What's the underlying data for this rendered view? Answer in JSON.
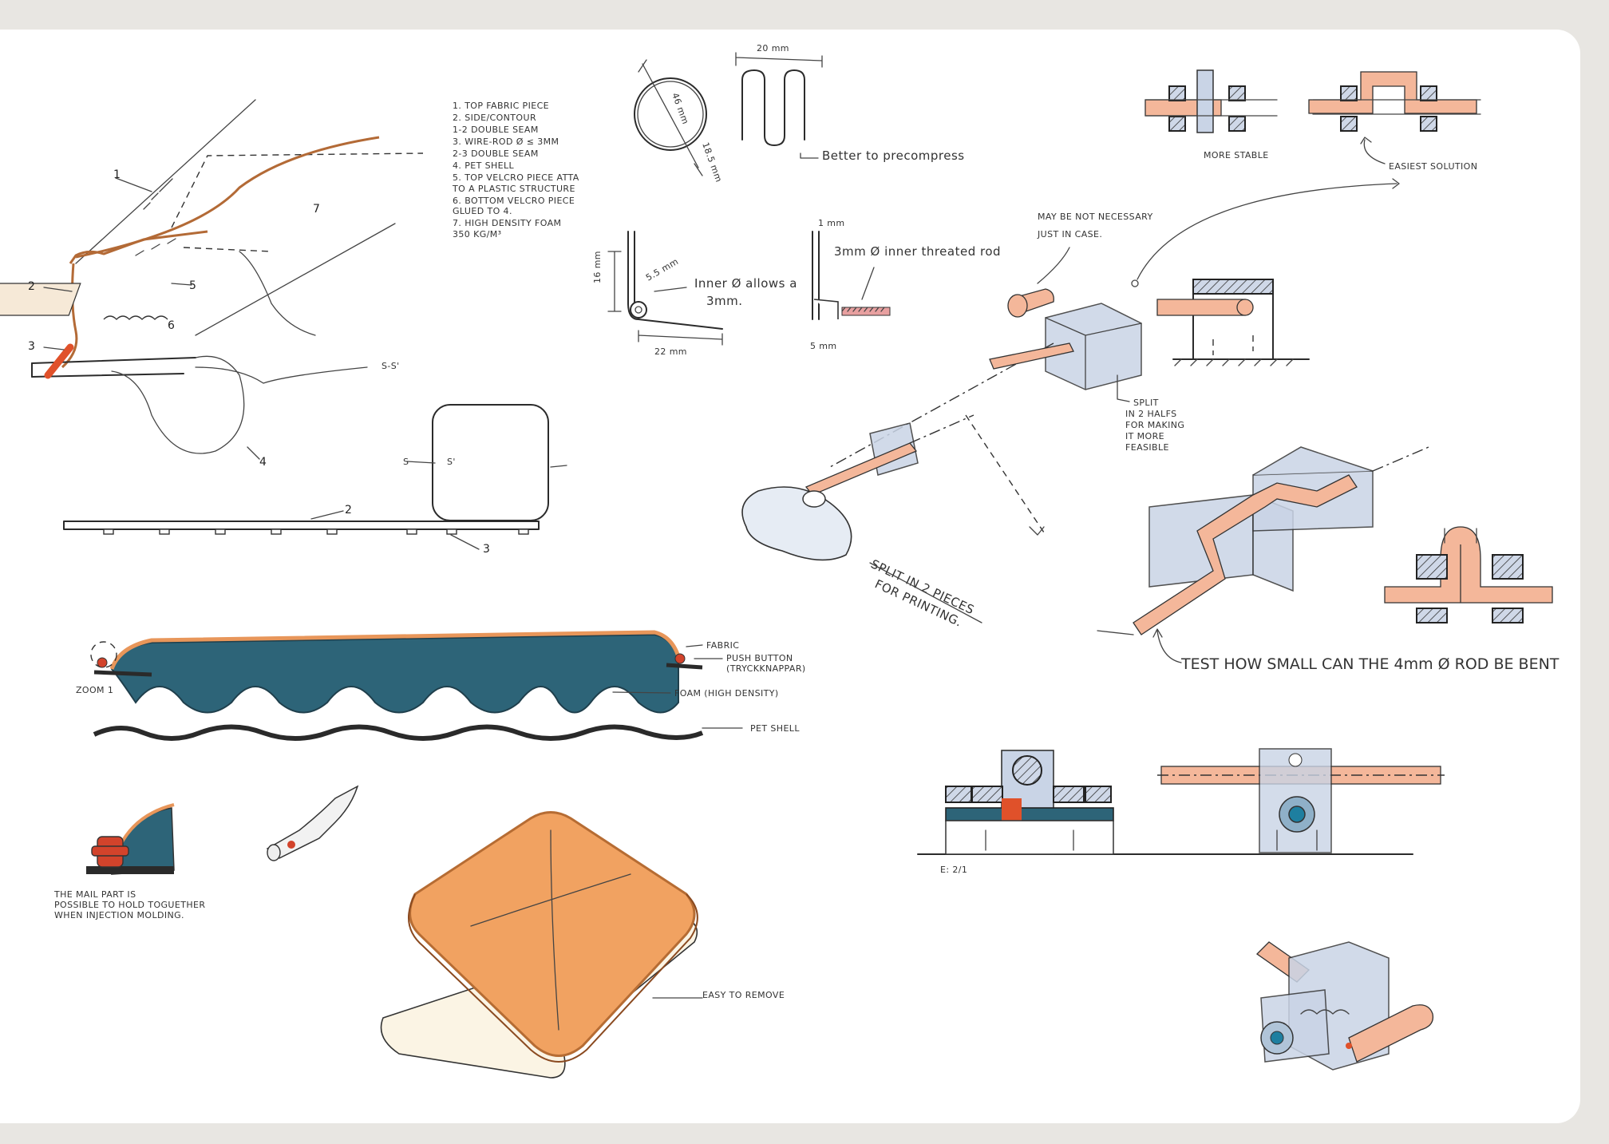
{
  "legend": [
    "1.  TOP FABRIC PIECE",
    "2.  SIDE/CONTOUR",
    "1-2  DOUBLE SEAM",
    "3.  WIRE-ROD  Ø ≤ 3MM",
    "2-3  DOUBLE SEAM",
    "4.  PET SHELL",
    "5.  TOP VELCRO PIECE ATTA",
    "     TO A PLASTIC STRUCTURE",
    "6.  BOTTOM VELCRO PIECE",
    "     GLUED TO 4.",
    "7.  HIGH DENSITY FOAM",
    "     350 KG/M³"
  ],
  "callouts": {
    "n1": "1",
    "n2": "2",
    "n3": "3",
    "n4": "4",
    "n5": "5",
    "n6": "6",
    "n7": "7",
    "section": "S-S'",
    "plan_section_left": "S",
    "plan_section_right": "S'",
    "plan_n2": "2",
    "plan_n3": "3"
  },
  "dims": {
    "d20": "20 mm",
    "d46": "46 mm",
    "d185": "18.5 mm",
    "better": "Better to precompress",
    "d16": "16 mm",
    "d55": "5.5 mm",
    "inner": "Inner Ø allows a",
    "inner2": "3mm.",
    "d22": "22 mm",
    "d1": "1 mm",
    "rod3": "3mm Ø inner threated rod",
    "d5": "5 mm"
  },
  "cross_section": {
    "fabric": "FABRIC",
    "push": "PUSH BUTTON",
    "push2": "(TRYCKKNAPPAR)",
    "foam": "FOAM (HIGH DENSITY)",
    "shell": "PET SHELL",
    "zoom": "ZOOM 1"
  },
  "notes": {
    "mail1": "THE MAIL PART IS",
    "mail2": "POSSIBLE TO HOLD TOGUETHER",
    "mail3": "WHEN INJECTION MOLDING.",
    "easy": "EASY TO REMOVE",
    "maybe1": "MAY BE NOT NECESSARY",
    "maybe2": "JUST IN CASE.",
    "more_stable": "MORE STABLE",
    "easiest": "EASIEST SOLUTION",
    "split1": "SPLIT",
    "split2": "IN 2 HALFS",
    "split3": "FOR MAKING",
    "split4": "IT MORE",
    "split5": "FEASIBLE",
    "split_print1": "SPLIT IN 2 PIECES",
    "split_print2": "FOR PRINTING.",
    "test": "TEST HOW SMALL CAN THE 4mm Ø ROD BE BENT",
    "scale": "E: 2/1"
  },
  "colors": {
    "foam": "#2d6478",
    "fabric": "#e8965a",
    "rod": "#f4b79a",
    "shell": "#2a2a2a",
    "plastic": "#c9d4e6",
    "wire": "#e0512a"
  }
}
